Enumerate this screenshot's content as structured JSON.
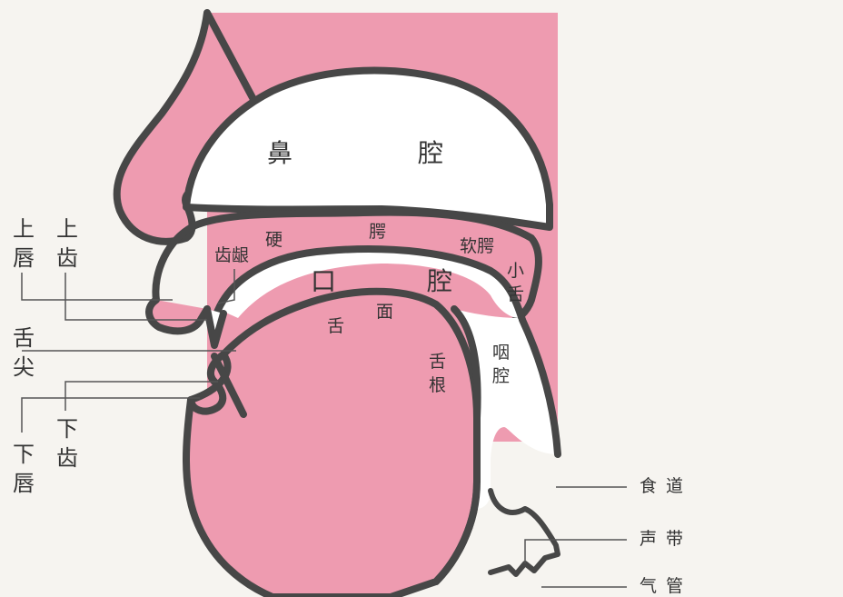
{
  "labels": {
    "nasal_cavity_1": "鼻",
    "nasal_cavity_2": "腔",
    "oral_cavity_1": "口",
    "oral_cavity_2": "腔",
    "hard_palate_1": "硬",
    "hard_palate_2": "腭",
    "soft_palate": "软腭",
    "uvula": "小舌",
    "alveolar_ridge": "齿龈",
    "tongue_surface_1": "舌",
    "tongue_surface_2": "面",
    "tongue_root": "舌根",
    "pharynx": "咽腔",
    "upper_lip": "上唇",
    "upper_teeth": "上齿",
    "tongue_tip": "舌尖",
    "lower_teeth": "下齿",
    "lower_lip": "下唇",
    "esophagus": "食道",
    "vocal_cords": "声带",
    "trachea": "气管"
  },
  "colors": {
    "tissue": "#ee9bb0",
    "outline": "#474747",
    "cavity": "#ffffff",
    "background": "#f6f4f0",
    "leader": "#555555"
  }
}
